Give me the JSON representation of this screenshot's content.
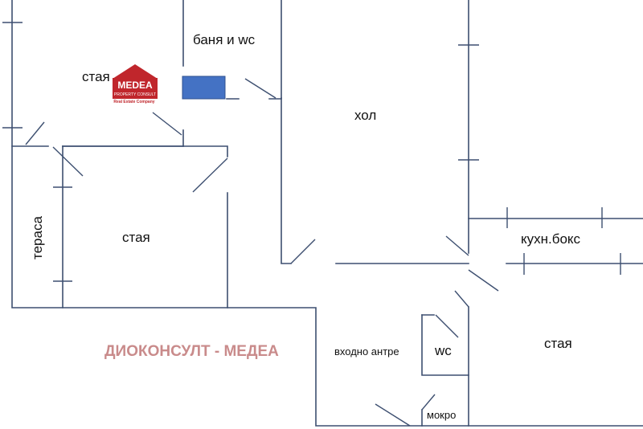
{
  "rooms": {
    "room_nw": "стая",
    "bath": "баня и wc",
    "hall": "хол",
    "terrace": "тераса",
    "room_w": "стая",
    "kitchen": "кухн.бокс",
    "entrance": "входно антре",
    "wc": "wc",
    "room_se": "стая",
    "wet": "мокро"
  },
  "logo": {
    "name": "MEDEA",
    "tagline": "PROPERTY CONSULT",
    "subtitle": "Real Estate Company"
  },
  "watermark": "ДИОКОНСУЛТ - МЕДЕА",
  "colors": {
    "walls": "#3d4f70",
    "window": "#4472c4",
    "logo": "#c0262c",
    "watermark": "#c98b8b"
  }
}
